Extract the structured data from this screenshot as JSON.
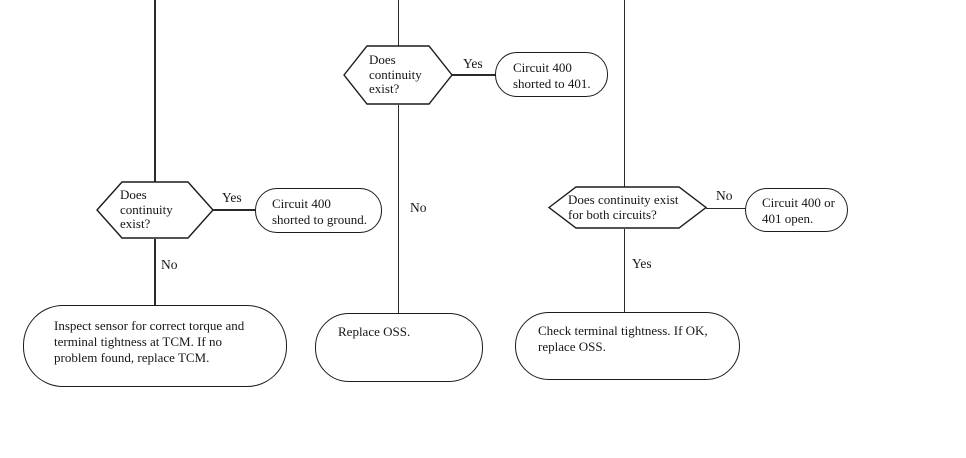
{
  "branches": {
    "left": {
      "decision": "Does\ncontinuity\nexist?",
      "yes_label": "Yes",
      "yes_result": "Circuit 400\nshorted to ground.",
      "no_label": "No",
      "no_result": "Inspect sensor for correct torque and\nterminal tightness at TCM. If no\nproblem found, replace TCM."
    },
    "middle": {
      "decision": "Does\ncontinuity\nexist?",
      "yes_label": "Yes",
      "yes_result": "Circuit 400\nshorted to 401.",
      "no_label": "No",
      "no_result": "Replace OSS."
    },
    "right": {
      "decision": "Does continuity exist\nfor both circuits?",
      "no_label": "No",
      "no_result": "Circuit 400 or\n401 open.",
      "yes_label": "Yes",
      "yes_result": "Check terminal tightness. If OK,\nreplace OSS."
    }
  },
  "colors": {
    "line": "#2a2a2a",
    "text": "#161616",
    "background": "#ffffff"
  }
}
